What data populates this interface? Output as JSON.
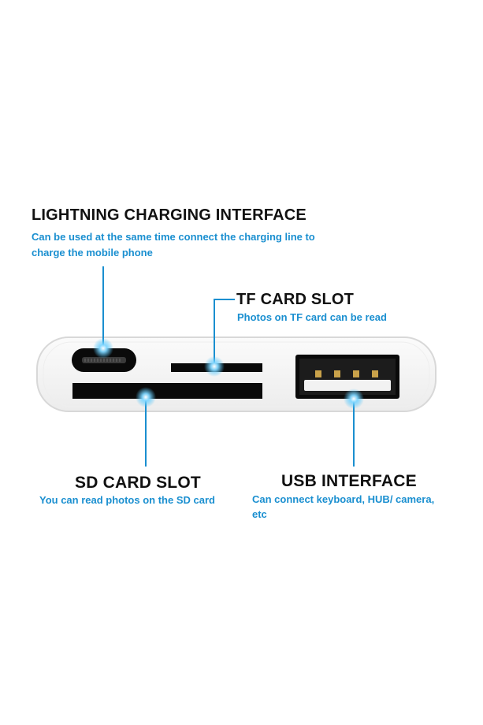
{
  "labels": {
    "lightning": {
      "title": "LIGHTNING CHARGING INTERFACE",
      "desc_line1": "Can be used at the same time connect the charging line to",
      "desc_line2": "charge the mobile phone"
    },
    "tf": {
      "title": "TF CARD SLOT",
      "desc": "Photos on TF card can be read"
    },
    "sd": {
      "title": "SD CARD SLOT",
      "desc": "You can read photos on the SD card"
    },
    "usb": {
      "title": "USB INTERFACE",
      "desc_line1": "Can connect keyboard, HUB/ camera,",
      "desc_line2": "etc"
    }
  },
  "colors": {
    "callout": "#1a8fd0",
    "glow": "#4fc3f7",
    "title": "#111111",
    "device_body": "#f4f4f4",
    "device_edge": "#dcdcdc",
    "slot": "#0a0a0a"
  }
}
